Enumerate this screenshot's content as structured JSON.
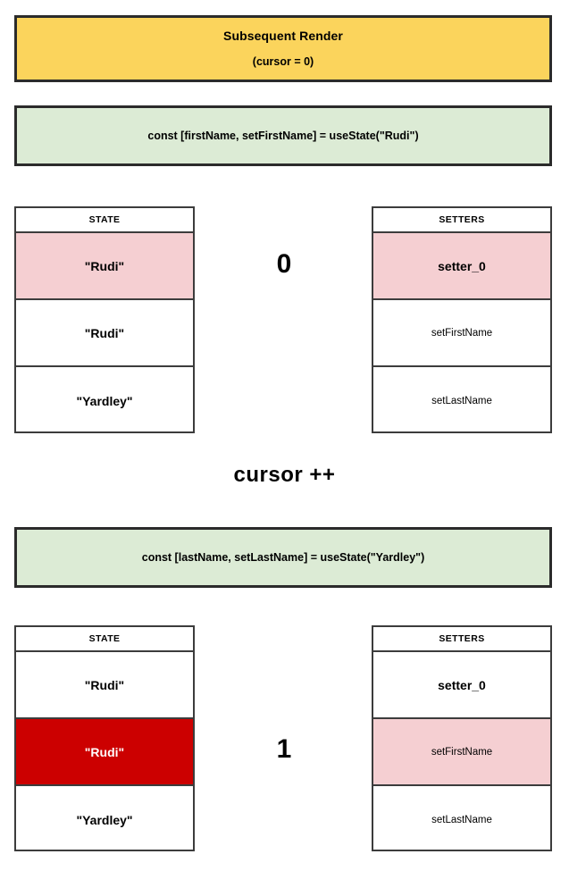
{
  "header": {
    "title": "Subsequent Render",
    "subtitle": "(cursor = 0)",
    "bg_color": "#fbd45c"
  },
  "code_blocks": [
    {
      "text": "const [firstName, setFirstName] = useState(\"Rudi\")",
      "bg_color": "#dcebd5"
    },
    {
      "text": "const [lastName, setLastName] = useState(\"Yardley\")",
      "bg_color": "#dcebd5"
    }
  ],
  "cursor_operation": "cursor ++",
  "stages": [
    {
      "cursor_value": "0",
      "state_table": {
        "header": "STATE",
        "rows": [
          {
            "value": "\"Rudi\"",
            "highlight": "pink"
          },
          {
            "value": "\"Rudi\"",
            "highlight": "none"
          },
          {
            "value": "\"Yardley\"",
            "highlight": "none"
          }
        ]
      },
      "setters_table": {
        "header": "SETTERS",
        "rows": [
          {
            "value": "setter_0",
            "highlight": "pink",
            "style": "bold"
          },
          {
            "value": "setFirstName",
            "highlight": "none",
            "style": "normal"
          },
          {
            "value": "setLastName",
            "highlight": "none",
            "style": "normal"
          }
        ]
      }
    },
    {
      "cursor_value": "1",
      "state_table": {
        "header": "STATE",
        "rows": [
          {
            "value": "\"Rudi\"",
            "highlight": "none"
          },
          {
            "value": "\"Rudi\"",
            "highlight": "red"
          },
          {
            "value": "\"Yardley\"",
            "highlight": "none"
          }
        ]
      },
      "setters_table": {
        "header": "SETTERS",
        "rows": [
          {
            "value": "setter_0",
            "highlight": "none",
            "style": "bold"
          },
          {
            "value": "setFirstName",
            "highlight": "pink",
            "style": "normal"
          },
          {
            "value": "setLastName",
            "highlight": "none",
            "style": "normal"
          }
        ]
      }
    }
  ],
  "colors": {
    "highlight_pink": "#f5cfd2",
    "highlight_red": "#cc0000",
    "border": "#3c3c3c",
    "banner_border": "#2b2b2b"
  }
}
